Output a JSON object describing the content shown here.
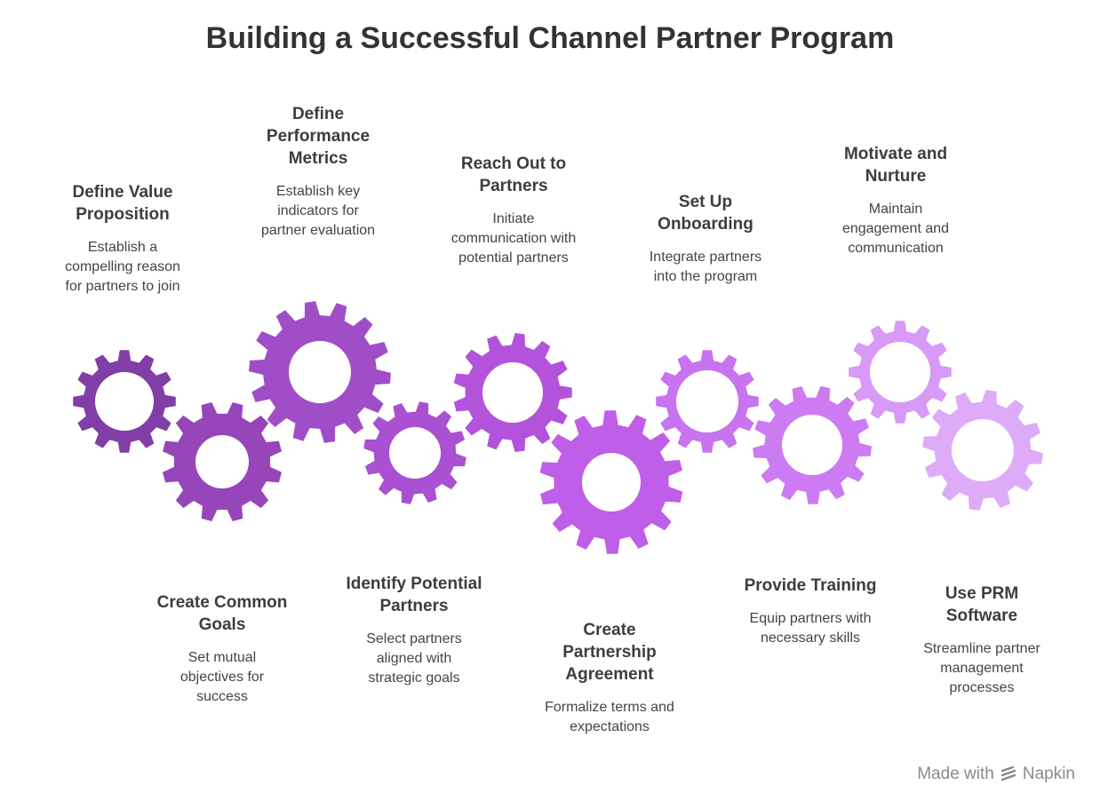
{
  "title": "Building a Successful Channel Partner Program",
  "gear_colors": [
    "#813ea6",
    "#9646b8",
    "#a04ec8",
    "#aa50d2",
    "#b353dc",
    "#bf5ee9",
    "#c873ef",
    "#cc7bf2",
    "#d89af6",
    "#deabf8"
  ],
  "steps": [
    {
      "heading": "Define Value\nProposition",
      "description": "Establish a\ncompelling reason\nfor partners to join"
    },
    {
      "heading": "Create Common\nGoals",
      "description": "Set mutual\nobjectives for\nsuccess"
    },
    {
      "heading": "Define\nPerformance\nMetrics",
      "description": "Establish key\nindicators for\npartner evaluation"
    },
    {
      "heading": "Identify Potential\nPartners",
      "description": "Select partners\naligned with\nstrategic goals"
    },
    {
      "heading": "Reach Out to\nPartners",
      "description": "Initiate\ncommunication with\npotential partners"
    },
    {
      "heading": "Create\nPartnership\nAgreement",
      "description": "Formalize terms and\nexpectations"
    },
    {
      "heading": "Set Up\nOnboarding",
      "description": "Integrate partners\ninto the program"
    },
    {
      "heading": "Provide Training",
      "description": "Equip partners with\nnecessary skills"
    },
    {
      "heading": "Motivate and\nNurture",
      "description": "Maintain\nengagement and\ncommunication"
    },
    {
      "heading": "Use PRM\nSoftware",
      "description": "Streamline partner\nmanagement\nprocesses"
    }
  ],
  "footer": {
    "made_with": "Made with",
    "brand": "Napkin"
  }
}
